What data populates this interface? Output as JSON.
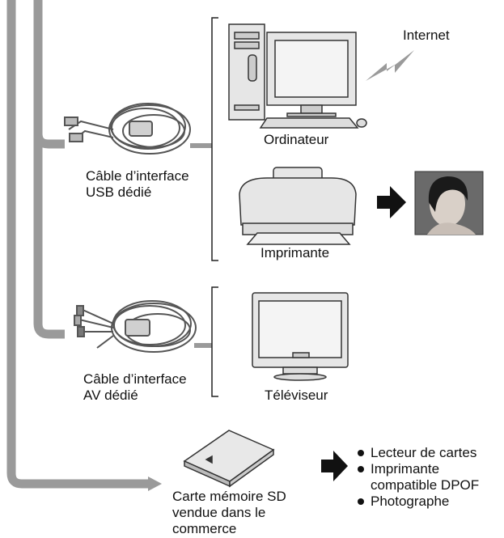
{
  "labels": {
    "internet": "Internet",
    "computer": "Ordinateur",
    "usb_cable_line1": "Câble d’interface",
    "usb_cable_line2": "USB dédié",
    "printer": "Imprimante",
    "av_cable_line1": "Câble d’interface",
    "av_cable_line2": "AV dédié",
    "tv": "Téléviseur",
    "sd_card_line1": "Carte mémoire SD",
    "sd_card_line2": "vendue dans le",
    "sd_card_line3": "commerce"
  },
  "sd_outputs": [
    {
      "line1": "Lecteur de cartes",
      "line2": ""
    },
    {
      "line1": "Imprimante",
      "line2": "compatible DPOF"
    },
    {
      "line1": "Photographe",
      "line2": ""
    }
  ],
  "colors": {
    "connector": "#9a9a9a",
    "device_fill": "#e6e6e6",
    "device_stroke": "#333333",
    "arrow": "#111111"
  }
}
